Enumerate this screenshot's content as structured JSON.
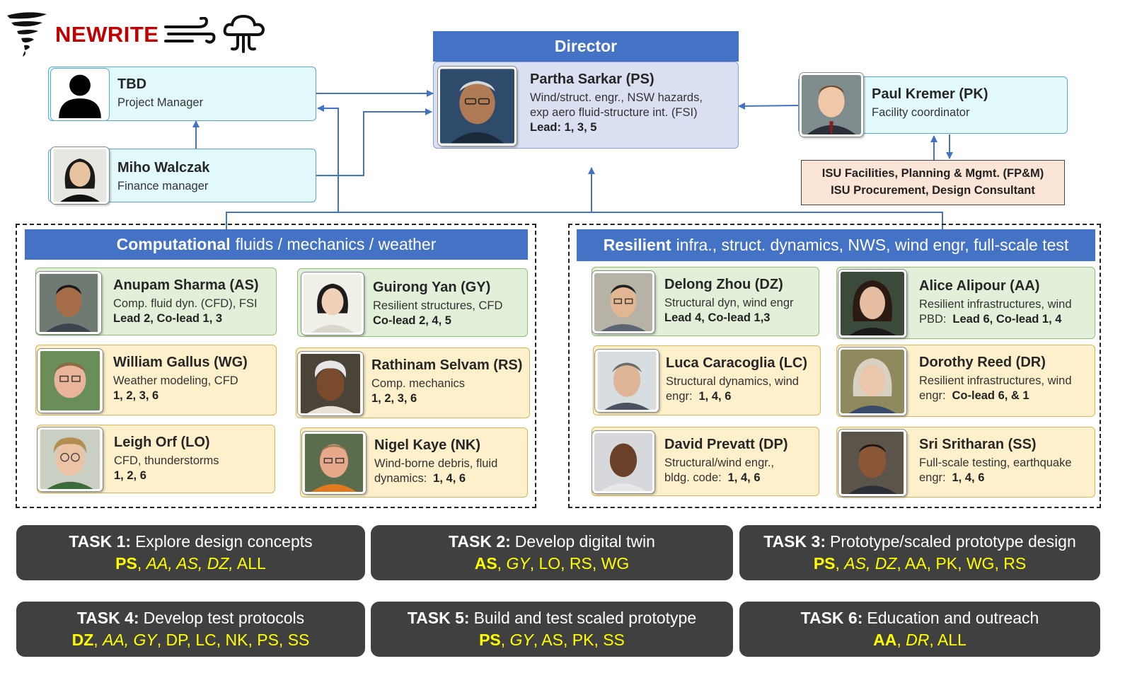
{
  "logo": {
    "text": "NEWRITE",
    "icons": [
      "tornado-icon",
      "wind-icon",
      "storm-cloud-icon"
    ]
  },
  "director": {
    "header": "Director",
    "name": "Partha Sarkar (PS)",
    "role_lines": [
      "Wind/struct. engr., NSW hazards,",
      "exp aero fluid-structure int. (FSI)"
    ],
    "lead": "Lead:  1, 3, 5"
  },
  "project_manager": {
    "name": "TBD",
    "role": "Project Manager"
  },
  "finance_manager": {
    "name": "Miho Walczak",
    "role": "Finance manager"
  },
  "facility": {
    "name": "Paul Kremer (PK)",
    "role": "Facility coordinator"
  },
  "fpm": {
    "lines": [
      "ISU Facilities, Planning & Mgmt. (FP&M)",
      "ISU Procurement, Design Consultant"
    ]
  },
  "groups": {
    "computational": {
      "bold": "Computational",
      "rest": "fluids / mechanics / weather"
    },
    "resilient": {
      "bold": "Resilient",
      "rest": "infra., struct. dynamics, NWS, wind engr, full-scale test"
    }
  },
  "people": {
    "as": {
      "name": "Anupam Sharma (AS)",
      "role": "Comp. fluid dyn. (CFD), FSI",
      "lead": "Lead 2, Co-lead 1, 3"
    },
    "gy": {
      "name": "Guirong Yan (GY)",
      "role": "Resilient structures, CFD",
      "lead": "Co-lead 2, 4, 5"
    },
    "wg": {
      "name": "William Gallus (WG)",
      "role": "Weather modeling, CFD",
      "lead": "1, 2, 3, 6"
    },
    "rs": {
      "name": "Rathinam Selvam (RS)",
      "role": "Comp. mechanics",
      "lead": "1, 2, 3, 6"
    },
    "lo": {
      "name": "Leigh Orf (LO)",
      "role": "CFD, thunderstorms",
      "lead": "1, 2, 6"
    },
    "nk": {
      "name": "Nigel Kaye (NK)",
      "role1": "Wind-borne debris, fluid",
      "role2": "dynamics:",
      "lead": "1, 4, 6"
    },
    "dz": {
      "name": "Delong Zhou (DZ)",
      "role": "Structural dyn, wind engr",
      "lead": "Lead 4, Co-lead 1,3"
    },
    "aa": {
      "name": "Alice Alipour (AA)",
      "role1": "Resilient infrastructures, wind",
      "role2": "PBD:",
      "lead": "Lead 6, Co-lead 1, 4"
    },
    "lc": {
      "name": "Luca Caracoglia (LC)",
      "role1": "Structural dynamics, wind",
      "role2": "engr:",
      "lead": "1, 4, 6"
    },
    "dr": {
      "name": "Dorothy Reed (DR)",
      "role1": "Resilient infrastructures, wind",
      "role2": "engr:",
      "lead": "Co-lead 6, & 1"
    },
    "dp": {
      "name": "David Prevatt (DP)",
      "role1": "Structural/wind engr.,",
      "role2": "bldg. code:",
      "lead": "1, 4, 6"
    },
    "ss": {
      "name": "Sri Sritharan (SS)",
      "role1": "Full-scale testing, earthquake",
      "role2": "engr:",
      "lead": "1, 4, 6"
    }
  },
  "tasks": [
    {
      "label": "TASK 1:",
      "title": "Explore design concepts",
      "lead": "PS",
      "colead": "AA, AS, DZ,",
      "others": "ALL"
    },
    {
      "label": "TASK 2:",
      "title": "Develop digital twin",
      "lead": "AS",
      "colead": "GY",
      "others": "LO, RS, WG"
    },
    {
      "label": "TASK 3:",
      "title": "Prototype/scaled prototype design",
      "lead": "PS",
      "colead": "AS, DZ",
      "others": "AA, PK, WG, RS"
    },
    {
      "label": "TASK 4:",
      "title": "Develop test protocols",
      "lead": "DZ",
      "colead": "AA, GY",
      "others": "DP, LC, NK, PS, SS"
    },
    {
      "label": "TASK 5:",
      "title": "Build and test scaled prototype",
      "lead": "PS",
      "colead": "GY",
      "others": "AS, PK, SS"
    },
    {
      "label": "TASK 6:",
      "title": "Education and outreach",
      "lead": "AA",
      "colead": "DR",
      "others": "ALL"
    }
  ],
  "colors": {
    "header_blue": "#4472c4",
    "card_cyan": "#e3fafd",
    "card_lavender": "#dae0f2",
    "card_green": "#e2efd9",
    "card_tan": "#fdf0cb",
    "fpm_peach": "#fbe5d6",
    "task_bg": "#404040",
    "task_highlight": "#ffff00",
    "logo_red": "#c00000",
    "connector": "#4472c4"
  }
}
